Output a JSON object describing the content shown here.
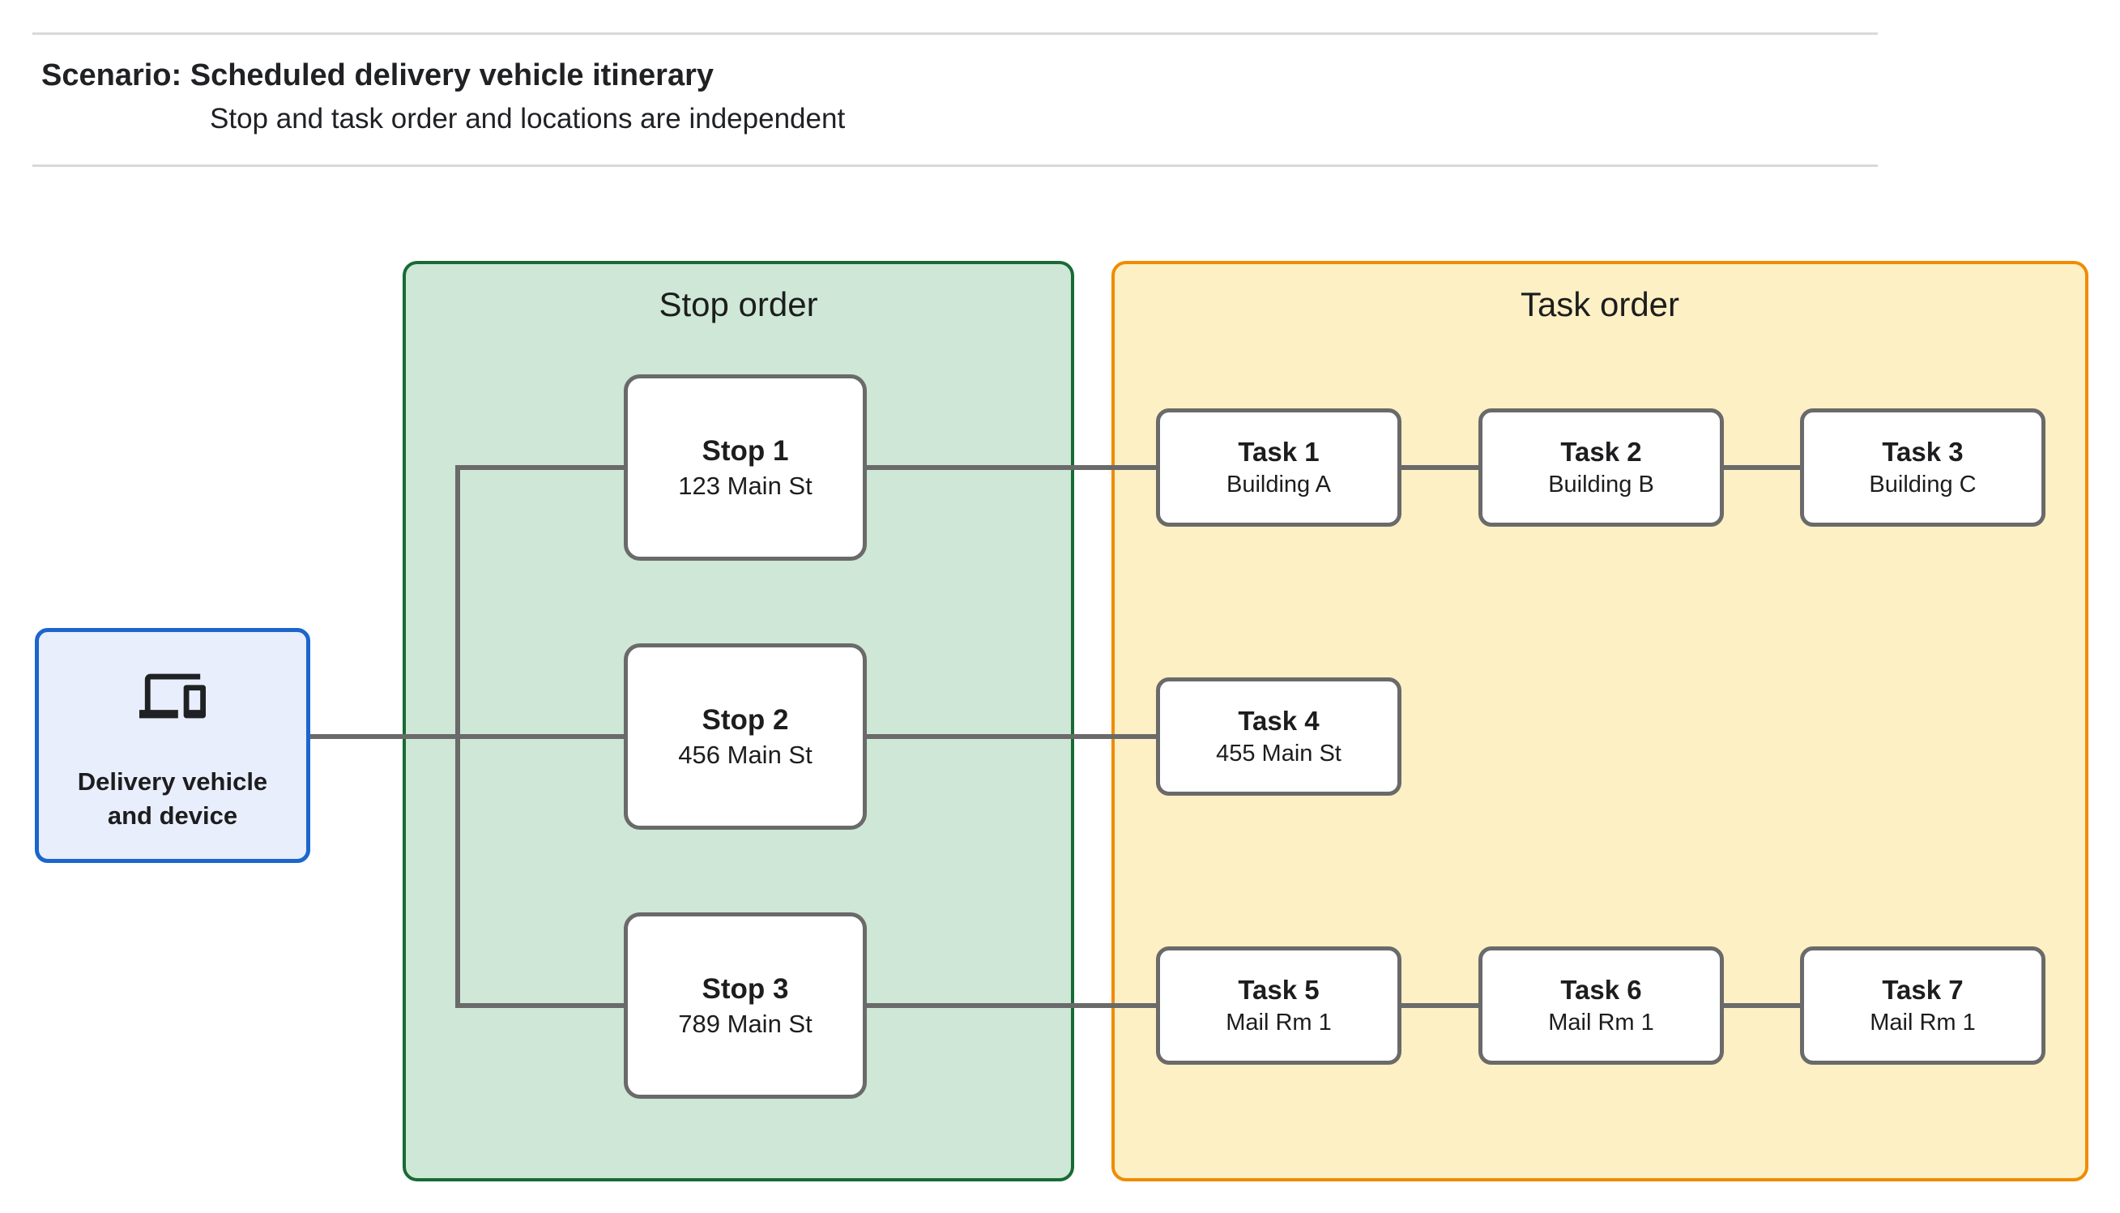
{
  "header": {
    "title": "Scenario: Scheduled delivery vehicle itinerary",
    "subtitle": "Stop and task order and locations are independent"
  },
  "device_node": {
    "icon": "devices-icon",
    "label_line1": "Delivery vehicle",
    "label_line2": "and device"
  },
  "stop_group": {
    "title": "Stop order",
    "stops": [
      {
        "name": "Stop 1",
        "location": "123 Main St"
      },
      {
        "name": "Stop 2",
        "location": "456 Main St"
      },
      {
        "name": "Stop 3",
        "location": "789 Main St"
      }
    ]
  },
  "task_group": {
    "title": "Task order",
    "tasks": [
      {
        "name": "Task 1",
        "location": "Building A"
      },
      {
        "name": "Task 2",
        "location": "Building B"
      },
      {
        "name": "Task 3",
        "location": "Building C"
      },
      {
        "name": "Task 4",
        "location": "455 Main St"
      },
      {
        "name": "Task 5",
        "location": "Mail Rm 1"
      },
      {
        "name": "Task 6",
        "location": "Mail Rm 1"
      },
      {
        "name": "Task 7",
        "location": "Mail Rm 1"
      }
    ]
  },
  "colors": {
    "stop_group_fill": "#cee7d6",
    "stop_group_border": "#176b34",
    "task_group_fill": "#fcf0c4",
    "task_group_border": "#f08b00",
    "device_fill": "#e8eefb",
    "device_border": "#1b66cc",
    "connector": "#6a6a6a",
    "node_border": "#6a6a6a"
  }
}
